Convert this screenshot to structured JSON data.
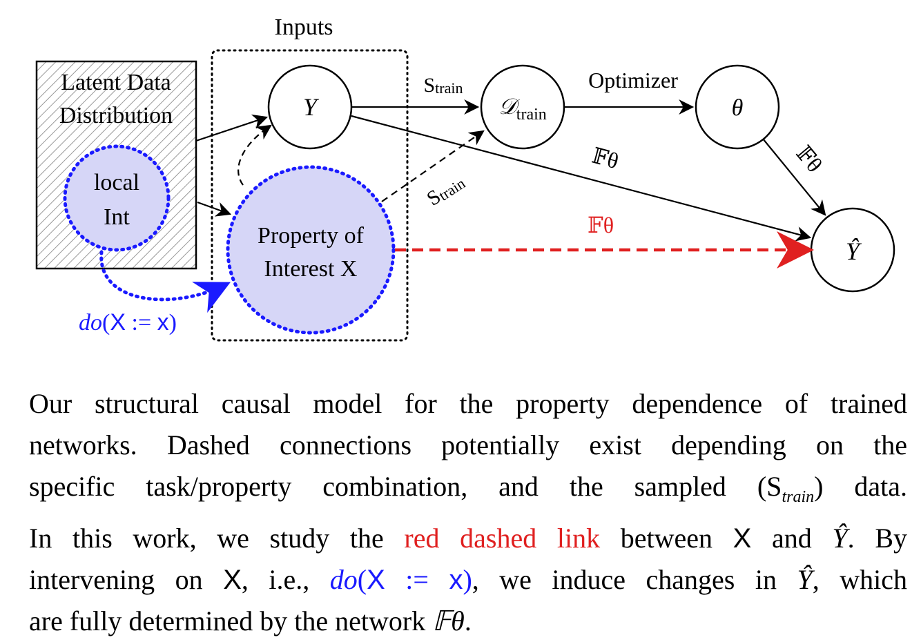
{
  "diagram": {
    "inputs_label": "Inputs",
    "latent_box": {
      "line1": "Latent Data",
      "line2": "Distribution"
    },
    "local_node": {
      "line1": "local",
      "line2": "Int"
    },
    "property_node": {
      "line1": "Property of",
      "line2": "Interest X"
    },
    "y_node": "Y",
    "d_train_node": {
      "main": "𝒟",
      "sub": "train"
    },
    "theta_node": "θ",
    "y_hat_node": "Ŷ",
    "edge_labels": {
      "s_train_top": {
        "main": "S",
        "sub": "train"
      },
      "s_train_diag": {
        "main": "S",
        "sub": "train"
      },
      "optimizer": "Optimizer",
      "f_theta_diag": "𝔽θ",
      "f_theta_vert": "𝔽θ",
      "f_theta_red": "𝔽θ"
    },
    "do_label": {
      "do": "do",
      "open": "(",
      "var": "X",
      "assign": " := ",
      "val": "x",
      "close": ")"
    }
  },
  "caption": {
    "l1": "Our structural causal model for the property dependence of trained",
    "l2": "networks.  Dashed connections potentially exist depending on the",
    "l3a": "specific task/property combination, and the sampled (S",
    "l3sub": "train",
    "l3b": ") data.",
    "l4a": "In this work, we study the ",
    "l4red": "red dashed link",
    "l4b": " between ",
    "l4x": "X",
    "l4c": " and ",
    "l4y": "Ŷ",
    "l4d": ".  By",
    "l5a": "intervening on ",
    "l5x": "X",
    "l5b": ", i.e., ",
    "l5do": "do",
    "l5open": "(",
    "l5var": "X",
    "l5assign": " := ",
    "l5val": "x",
    "l5close": ")",
    "l5c": ", we induce changes in ",
    "l5y": "Ŷ",
    "l5d": ", which",
    "l6a": "are fully determined by the network ",
    "l6f": "𝔽θ",
    "l6b": "."
  },
  "colors": {
    "accent_red": "#e02020",
    "accent_blue": "#1a1aff",
    "node_fill": "#d6d6f7"
  }
}
